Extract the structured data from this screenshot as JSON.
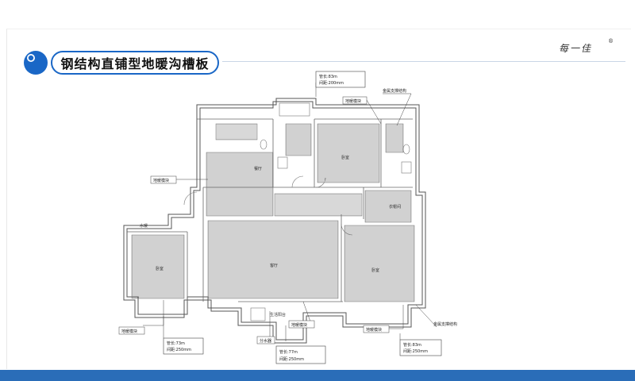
{
  "header": {
    "title": "钢结构直铺型地暖沟槽板",
    "brand": "每一佳",
    "brand_mark": "®"
  },
  "colors": {
    "accent": "#1a67c6",
    "bar": "#2a6db8",
    "line": "#555555"
  },
  "rooms": {
    "kitchen": "餐厅",
    "bedroom_top": "卧室",
    "cloakroom": "衣帽间",
    "bedroom_left": "卧室",
    "living": "客厅",
    "bedroom_right": "卧室",
    "balcony": "生活阳台"
  },
  "labels": {
    "floor_module_1": "地暖模块",
    "floor_module_2": "地暖模块",
    "floor_module_3": "地暖模块",
    "floor_module_4": "地暖模块",
    "floor_module_5": "地暖模块",
    "metal_support_top": "金属支撑结构",
    "metal_support_bottom": "金属支撑结构",
    "water_manifold": "分水器",
    "left_small": "水暖"
  },
  "callouts": {
    "top": {
      "length": "管长:83m",
      "spacing": "间距:200mm"
    },
    "left": {
      "length": "管长:73m",
      "spacing": "间距:250mm"
    },
    "center": {
      "length": "管长:77m",
      "spacing": "间距:250mm"
    },
    "right": {
      "length": "管长:83m",
      "spacing": "间距:250mm"
    }
  }
}
